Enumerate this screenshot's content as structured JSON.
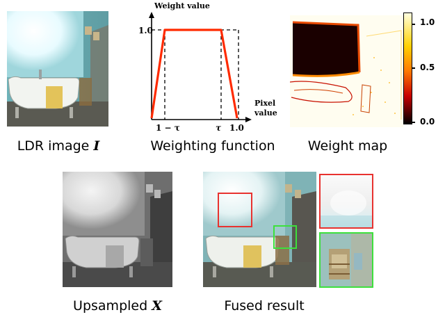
{
  "panels": {
    "ldr": {
      "caption": "LDR image ",
      "symbol": "I"
    },
    "weighting": {
      "caption": "Weighting function"
    },
    "weight_map": {
      "caption": "Weight map"
    },
    "upsampled": {
      "caption": "Upsampled ",
      "symbol": "X"
    },
    "fused": {
      "caption": "Fused result"
    }
  },
  "weight_graph": {
    "y_axis_label": "Weight value",
    "x_axis_label_line1": "Pixel",
    "x_axis_label_line2": "value",
    "y_tick": "1.0",
    "x_tick_left": "1 − τ",
    "x_tick_mid": "τ",
    "x_tick_right": "1.0",
    "line_color": "#ff2a00"
  },
  "colorbar": {
    "ticks": [
      "1.0",
      "0.5",
      "0.0"
    ],
    "colors": [
      "#ffffe0",
      "#ffd000",
      "#ff7a00",
      "#c80000",
      "#000000"
    ]
  },
  "zoom_boxes": {
    "red": "#e8322f",
    "green": "#3ce03c"
  }
}
